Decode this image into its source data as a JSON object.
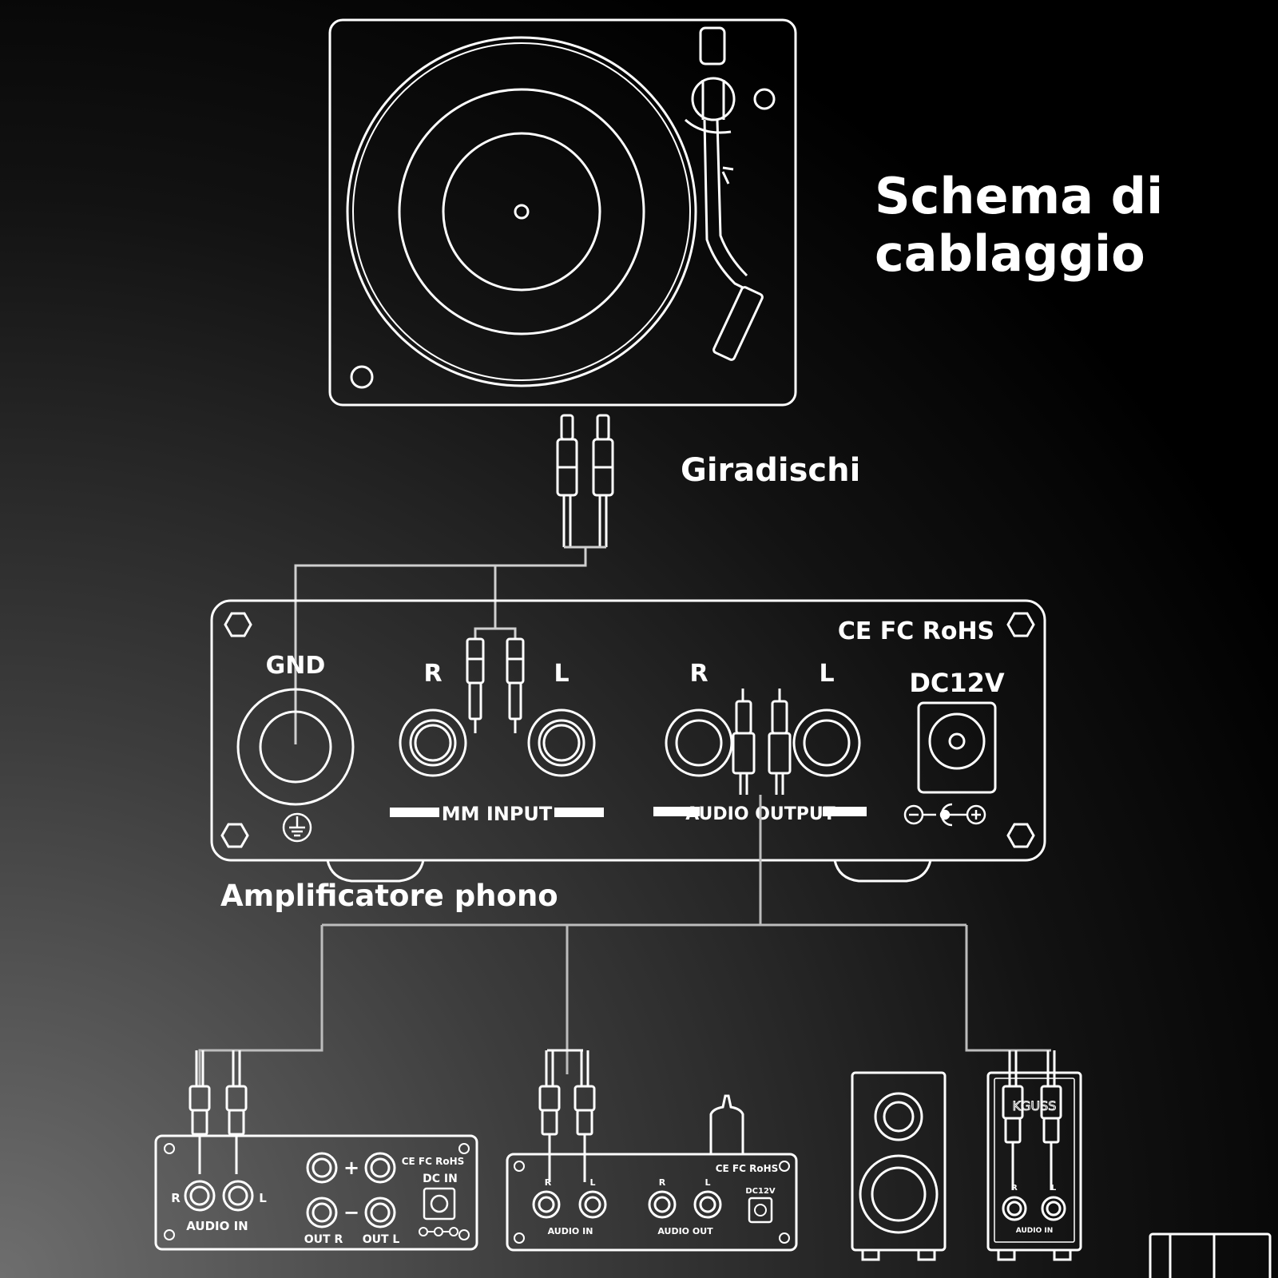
{
  "title": "Schema di cablaggio",
  "devices": {
    "turntable": {
      "caption": "Giradischi"
    },
    "phono_amp": {
      "caption": "Amplificatore phono",
      "gnd_label": "GND",
      "input_r": "R",
      "input_l": "L",
      "output_r": "R",
      "output_l": "L",
      "mm_input": "MM  INPUT",
      "audio_output": "AUDIO OUTPUT",
      "power_label": "DC12V",
      "certifications": "CE FC RoHS"
    },
    "amplifier_1": {
      "audio_in": "AUDIO IN",
      "r": "R",
      "l": "L",
      "out_r": "OUT R",
      "out_l": "OUT L",
      "dc_in": "DC IN",
      "plus": "+",
      "minus": "−",
      "certifications": "CE FC RoHS"
    },
    "amplifier_2": {
      "audio_in": "AUDIO IN",
      "audio_out": "AUDIO OUT",
      "r1": "R",
      "l1": "L",
      "r2": "R",
      "l2": "L",
      "power_label": "DC12V",
      "certifications": "CE FC RoHS"
    },
    "powered_speaker": {
      "brand": "KGUSS",
      "audio_in": "AUDIO IN",
      "r": "R",
      "l": "L"
    }
  },
  "colors": {
    "background": "#000000",
    "line": "#ffffff",
    "gradient": "#6e6e6e"
  }
}
